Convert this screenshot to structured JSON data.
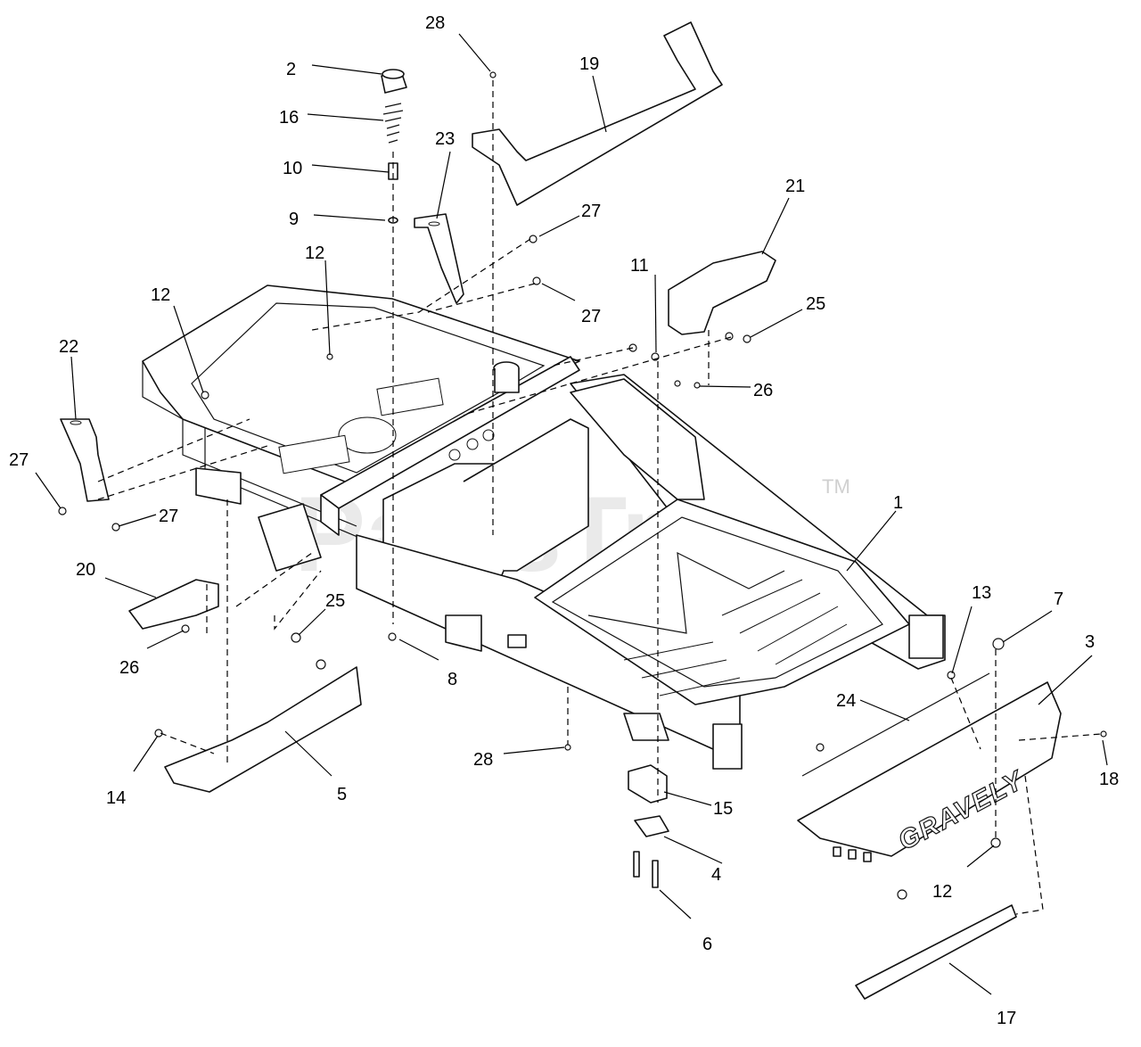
{
  "watermark": {
    "text": "PartsTree",
    "tm": "TM"
  },
  "brand_text": "GRAVELY",
  "callouts": {
    "c1": "1",
    "c2": "2",
    "c3": "3",
    "c4": "4",
    "c5": "5",
    "c6": "6",
    "c7": "7",
    "c8": "8",
    "c9": "9",
    "c10": "10",
    "c11": "11",
    "c12a": "12",
    "c12b": "12",
    "c12c": "12",
    "c13": "13",
    "c14": "14",
    "c15": "15",
    "c16": "16",
    "c17": "17",
    "c18": "18",
    "c19": "19",
    "c20": "20",
    "c21": "21",
    "c22": "22",
    "c23": "23",
    "c24": "24",
    "c25a": "25",
    "c25b": "25",
    "c26a": "26",
    "c26b": "26",
    "c27a": "27",
    "c27b": "27",
    "c27c": "27",
    "c27d": "27",
    "c28a": "28",
    "c28b": "28"
  },
  "colors": {
    "line": "#111111",
    "watermark": "#d9d9d9",
    "background": "#ffffff"
  }
}
